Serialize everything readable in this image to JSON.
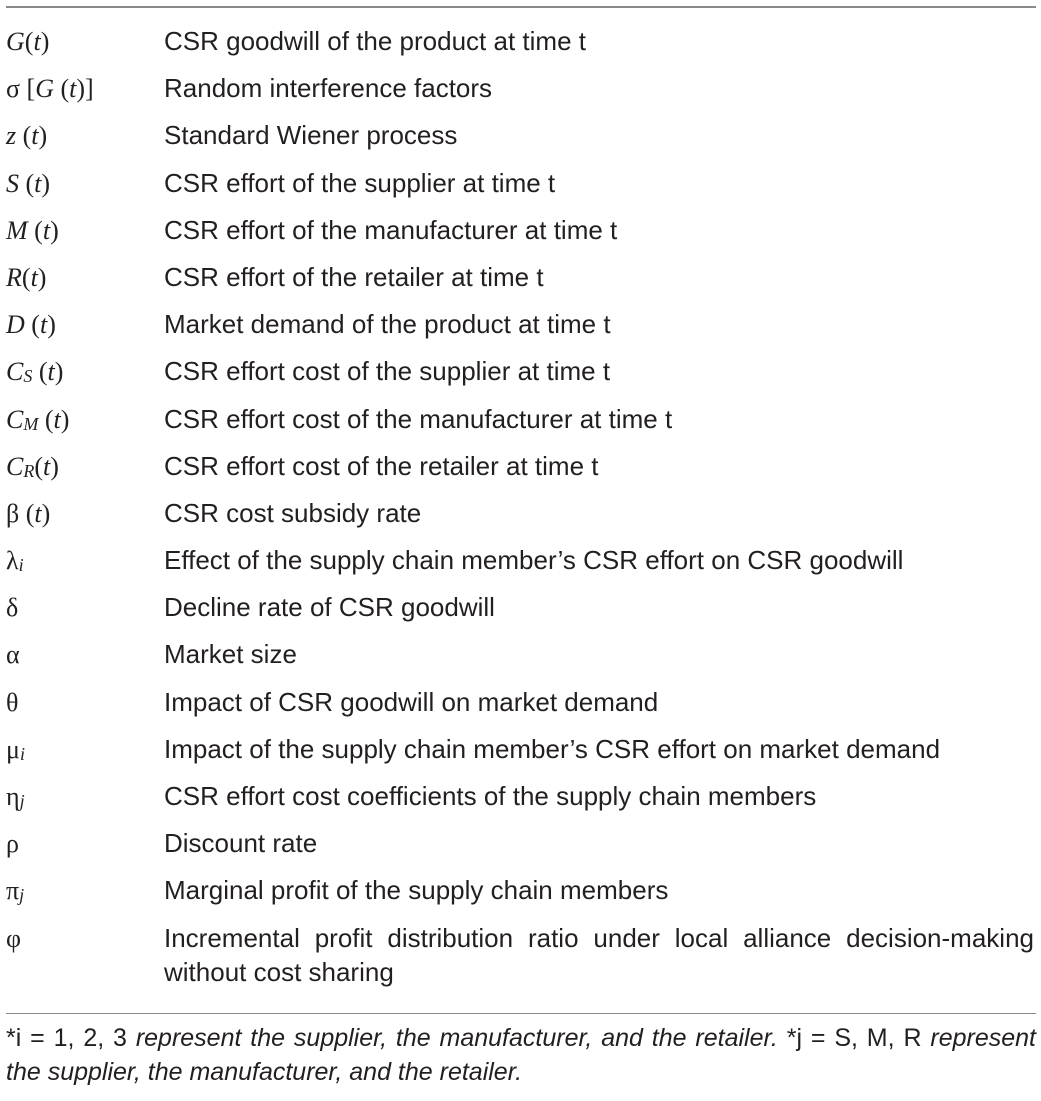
{
  "rows": [
    {
      "symbol": "G(t)",
      "description": "CSR goodwill of the product at time t"
    },
    {
      "symbol": "σ [G (t)]",
      "description": "Random interference factors"
    },
    {
      "symbol": "z (t)",
      "description": "Standard Wiener process"
    },
    {
      "symbol": "S (t)",
      "description": "CSR effort of the supplier at time t"
    },
    {
      "symbol": "M (t)",
      "description": "CSR effort of the manufacturer at time t"
    },
    {
      "symbol": "R(t)",
      "description": "CSR effort of the retailer at time t"
    },
    {
      "symbol": "D (t)",
      "description": "Market demand of the product at time t"
    },
    {
      "symbol": "CS (t)",
      "description": "CSR effort cost of the supplier at time t"
    },
    {
      "symbol": "CM (t)",
      "description": "CSR effort cost of the manufacturer at time t"
    },
    {
      "symbol": "CR(t)",
      "description": "CSR effort cost of the retailer at time t"
    },
    {
      "symbol": "β (t)",
      "description": "CSR cost subsidy rate"
    },
    {
      "symbol": "λi",
      "description": "Effect of the supply chain member’s CSR effort on CSR goodwill"
    },
    {
      "symbol": "δ",
      "description": "Decline rate of CSR goodwill"
    },
    {
      "symbol": "α",
      "description": "Market size"
    },
    {
      "symbol": "θ",
      "description": "Impact of CSR goodwill on market demand"
    },
    {
      "symbol": "μi",
      "description": "Impact of the supply chain member’s CSR effort on market demand"
    },
    {
      "symbol": "ηj",
      "description": "CSR effort cost coefficients of the supply chain members"
    },
    {
      "symbol": "ρ",
      "description": "Discount rate"
    },
    {
      "symbol": "πj",
      "description": "Marginal profit of the supply chain members"
    },
    {
      "symbol": "φ",
      "description": "Incremental profit distribution ratio under local alliance decision-making without cost sharing"
    }
  ],
  "footnote": {
    "note1_index": "*i = 1, 2, 3",
    "note1_text": " represent the supplier, the manufacturer, and the retailer. ",
    "note2_index": "*j = S, M, R",
    "note2_text": " represent the supplier, the manufacturer, and the retailer."
  }
}
